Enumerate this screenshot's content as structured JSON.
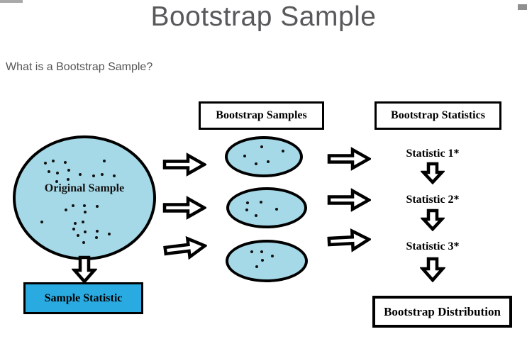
{
  "page": {
    "title": "Bootstrap Sample",
    "subtitle": "What is a Bootstrap Sample?"
  },
  "colors": {
    "shape_fill_light_blue": "#a6d9e8",
    "sample_statistic_blue": "#29abe2",
    "outline": "#000000",
    "title_gray": "#58595b"
  },
  "diagram": {
    "original_sample": {
      "label": "Original Sample",
      "dots": [
        [
          21.8,
          21.0
        ],
        [
          27.2,
          19.3
        ],
        [
          36.1,
          20.5
        ],
        [
          64.4,
          18.8
        ],
        [
          24.3,
          27.8
        ],
        [
          30.2,
          29.0
        ],
        [
          38.6,
          26.7
        ],
        [
          47.0,
          30.1
        ],
        [
          56.9,
          31.8
        ],
        [
          62.9,
          30.1
        ],
        [
          71.8,
          31.8
        ],
        [
          29.7,
          36.4
        ],
        [
          38.1,
          34.7
        ],
        [
          36.6,
          60.2
        ],
        [
          41.6,
          56.8
        ],
        [
          50.0,
          56.3
        ],
        [
          50.5,
          61.9
        ],
        [
          59.4,
          57.4
        ],
        [
          19.3,
          70.5
        ],
        [
          43.1,
          71.6
        ],
        [
          49.0,
          70.5
        ],
        [
          42.1,
          76.1
        ],
        [
          50.5,
          78.4
        ],
        [
          59.4,
          77.8
        ],
        [
          45.5,
          81.8
        ],
        [
          67.8,
          80.1
        ],
        [
          58.9,
          83.5
        ],
        [
          49.5,
          87.5
        ]
      ]
    },
    "sample_statistic": {
      "label": "Sample Statistic"
    },
    "bootstrap_samples": {
      "header": "Bootstrap Samples",
      "ellipses": [
        {
          "dots": [
            [
              47.3,
              22.4
            ],
            [
              76.4,
              34.5
            ],
            [
              23.6,
              48.3
            ],
            [
              39.1,
              70.7
            ],
            [
              55.5,
              63.8
            ]
          ]
        },
        {
          "dots": [
            [
              24.6,
              35.1
            ],
            [
              42.1,
              33.3
            ],
            [
              23.7,
              56.1
            ],
            [
              63.2,
              54.4
            ],
            [
              36.0,
              71.9
            ]
          ]
        },
        {
          "dots": [
            [
              30.2,
              25.0
            ],
            [
              43.1,
              25.0
            ],
            [
              57.8,
              36.7
            ],
            [
              44.0,
              48.3
            ],
            [
              37.1,
              65.0
            ]
          ]
        }
      ]
    },
    "bootstrap_statistics": {
      "header": "Bootstrap Statistics",
      "items": [
        {
          "label": "Statistic 1*"
        },
        {
          "label": "Statistic 2*"
        },
        {
          "label": "Statistic 3*"
        }
      ]
    },
    "bootstrap_distribution": {
      "label": "Bootstrap Distribution"
    }
  }
}
